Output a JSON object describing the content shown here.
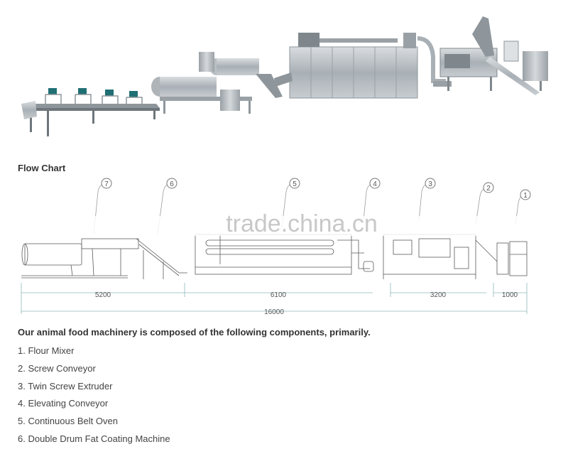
{
  "flow_chart": {
    "title": "Flow Chart",
    "watermark": "trade.china.cn",
    "callouts": [
      "7",
      "6",
      "5",
      "4",
      "3",
      "2",
      "1"
    ],
    "dimensions": {
      "segment_1": "5200",
      "segment_2": "6100",
      "segment_3": "3200",
      "segment_4": "1000",
      "total": "16000"
    }
  },
  "intro": "Our animal food machinery is composed of the following components, primarily.",
  "components": [
    "1. Flour Mixer",
    "2. Screw Conveyor",
    "3. Twin Screw Extruder",
    "4. Elevating Conveyor",
    "5. Continuous Belt Oven",
    "6. Double Drum Fat Coating Machine"
  ]
}
